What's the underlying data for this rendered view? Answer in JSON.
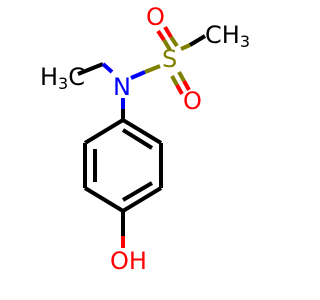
{
  "diagram": {
    "type": "chemical-structure",
    "atoms": {
      "oxygen_top": "O",
      "oxygen_right": "O",
      "sulfur": "S",
      "nitrogen": "N",
      "methyl_sulfur_main": "CH",
      "methyl_sulfur_sub": "3",
      "methyl_nitrogen_main": "H",
      "methyl_nitrogen_sub": "3",
      "methyl_nitrogen_c": "C",
      "hydroxyl": "OH"
    },
    "colors": {
      "carbon_bond": "#000000",
      "oxygen": "#ff0000",
      "sulfur": "#808000",
      "nitrogen": "#0000ff"
    }
  }
}
